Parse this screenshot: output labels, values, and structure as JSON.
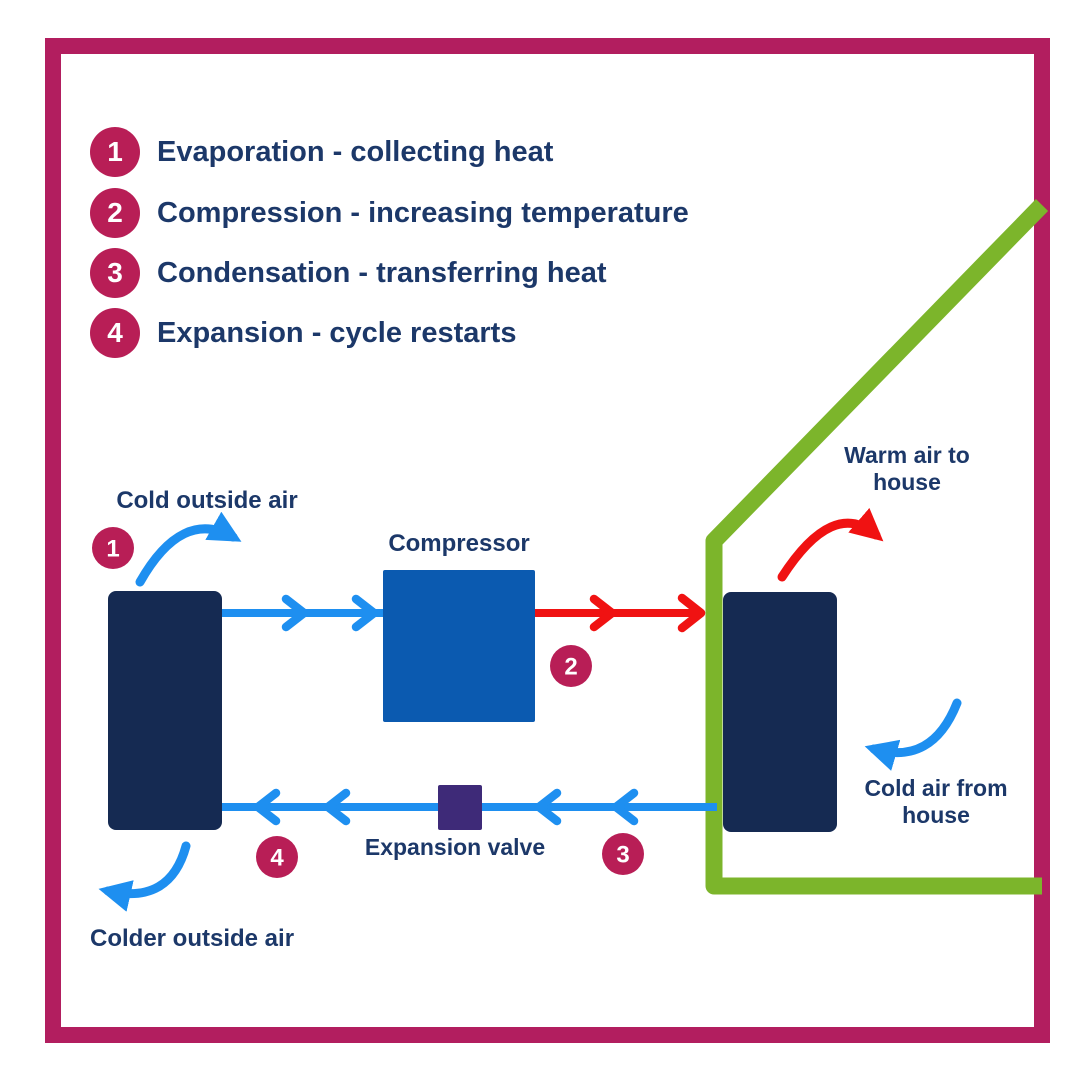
{
  "palette": {
    "frame": "#b21e5f",
    "badge": "#b81e56",
    "navy": "#1c3869",
    "box": "#152a52",
    "blue": "#1e8ff0",
    "compressor": "#0b5ab0",
    "red": "#f01212",
    "green": "#7cb52b",
    "valve": "#3e2a78"
  },
  "legend": {
    "items": [
      {
        "number": "1",
        "label": "Evaporation - collecting heat"
      },
      {
        "number": "2",
        "label": "Compression - increasing temperature"
      },
      {
        "number": "3",
        "label": "Condensation - transferring heat"
      },
      {
        "number": "4",
        "label": "Expansion - cycle restarts"
      }
    ]
  },
  "diagram": {
    "labels": {
      "cold_outside_air": "Cold outside air",
      "compressor": "Compressor",
      "warm_air_to_house": "Warm air to house",
      "cold_air_from_house": "Cold air from house",
      "expansion_valve": "Expansion valve",
      "colder_outside_air": "Colder outside air"
    },
    "markers": [
      {
        "number": "1"
      },
      {
        "number": "2"
      },
      {
        "number": "3"
      },
      {
        "number": "4"
      }
    ]
  }
}
